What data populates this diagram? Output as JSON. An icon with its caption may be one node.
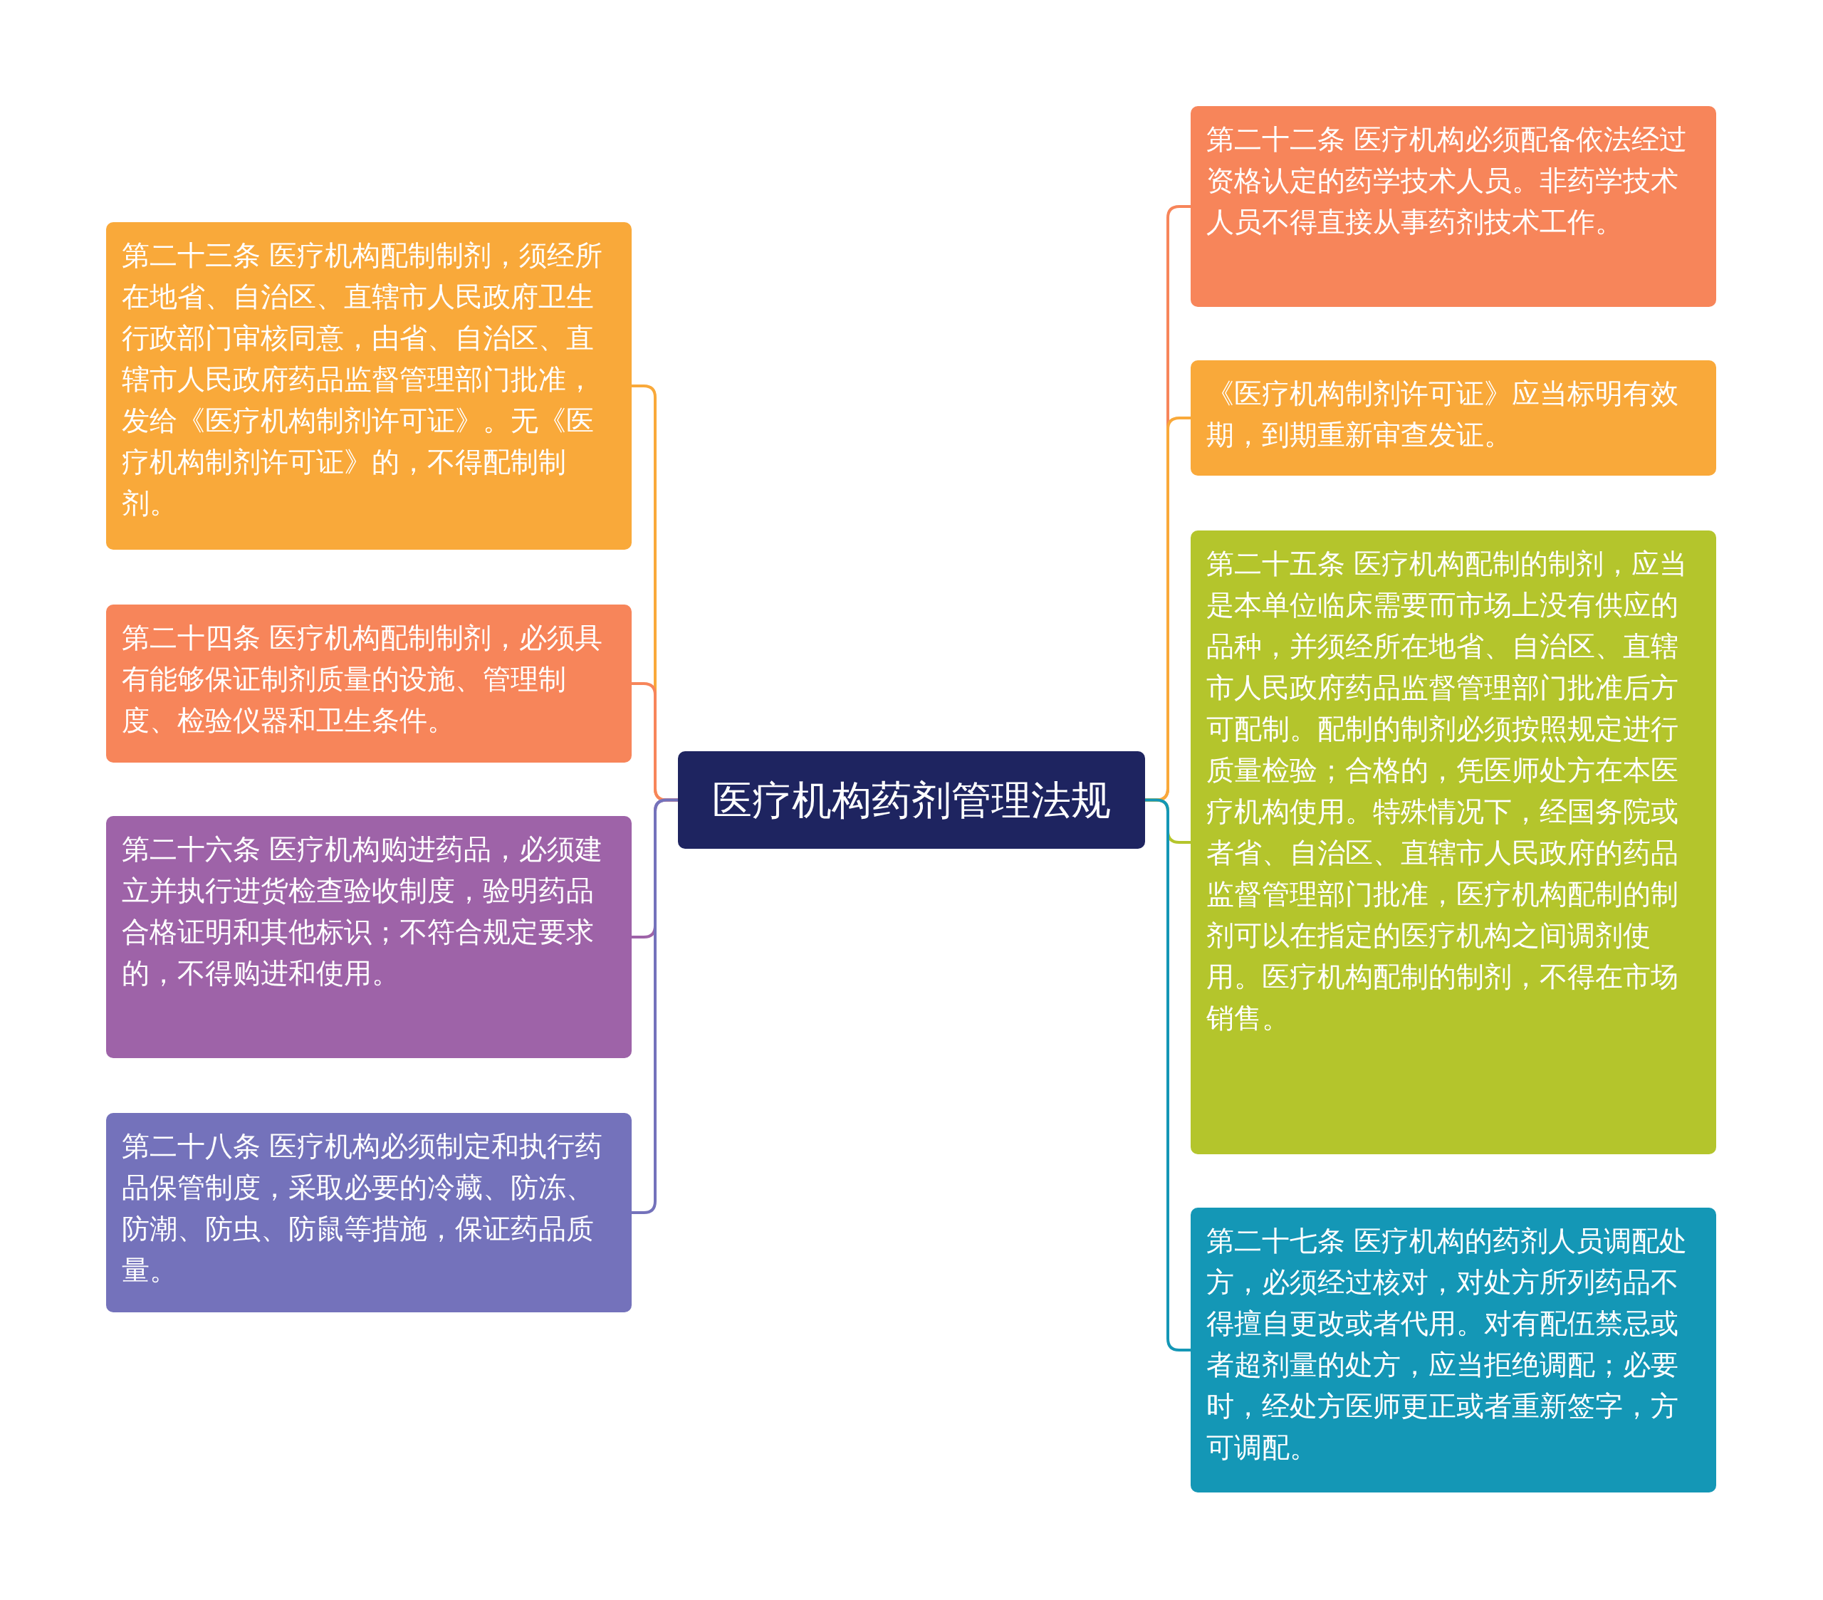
{
  "diagram": {
    "nodes": [
      {
        "text": [
          "医疗机构药剂管理法规"
        ]
      },
      {
        "text": [
          "第二十二条 医疗机构必须配备依法经过资格认定的药学技术人员。非药学技术人员不得直接从事药剂技术工作。"
        ]
      },
      {
        "text": [
          "《医疗机构制剂许可证》应当标明有效期，到期重新审查发证。"
        ]
      },
      {
        "text": [
          "第二十五条 医疗机构配制的制剂，应当是本单位临床需要而市场上没有供应的品种，并须经所在地省、自治区、直辖市人民政府药品监督管理部门批准后方可配制。配制的制剂必须按照规定进行质量检验；合格的，凭医师处方在本医疗机构使用。特殊情况下，经国务院或者省、自治区、直辖市人民政府的药品监督管理部门批准，医疗机构配制的制剂可以在指定的医疗机构之间调剂使用。医疗机构配制的制剂，不得在市场销售。"
        ]
      },
      {
        "text": [
          "第二十七条 医疗机构的药剂人员调配处方，必须经过核对，对处方所列药品不得擅自更改或者代用。对有配伍禁忌或者超剂量的处方，应当拒绝调配；必要时，经处方医师更正或者重新签字，方可调配。"
        ]
      },
      {
        "text": [
          "第二十三条 医疗机构配制制剂，须经所在地省、自治区、直辖市人民政府卫生行政部门审核同意，由省、自治区、直辖市人民政府药品监督管理部门批准，发给《医疗机构制剂许可证》。无《医疗机构制剂许可证》的，不得配制制剂。"
        ]
      },
      {
        "text": [
          "第二十四条 医疗机构配制制剂，必须具有能够保证制剂质量的设施、管理制度、检验仪器和卫生条件。"
        ]
      },
      {
        "text": [
          "第二十六条 医疗机构购进药品，必须建立并执行进货检查验收制度，验明药品合格证明和其他标识；不符合规定要求的，不得购进和使用。"
        ]
      },
      {
        "text": [
          "第二十八条 医疗机构必须制定和执行药品保管制度，采取必要的冷藏、防冻、防潮、防虫、防鼠等措施，保证药品质量。"
        ]
      }
    ],
    "edges": [
      {
        "from": 0,
        "to": 1,
        "arrow": "none",
        "color": "#f7855a"
      },
      {
        "from": 0,
        "to": 2,
        "arrow": "none",
        "color": "#f9a93a"
      },
      {
        "from": 0,
        "to": 3,
        "arrow": "none",
        "color": "#b4c52c"
      },
      {
        "from": 0,
        "to": 4,
        "arrow": "none",
        "color": "#1497b6"
      },
      {
        "from": 0,
        "to": 5,
        "arrow": "none",
        "color": "#f9a93a"
      },
      {
        "from": 0,
        "to": 6,
        "arrow": "none",
        "color": "#f7855a"
      },
      {
        "from": 0,
        "to": 7,
        "arrow": "none",
        "color": "#9e63a8"
      },
      {
        "from": 0,
        "to": 8,
        "arrow": "none",
        "color": "#7472bb"
      }
    ]
  }
}
